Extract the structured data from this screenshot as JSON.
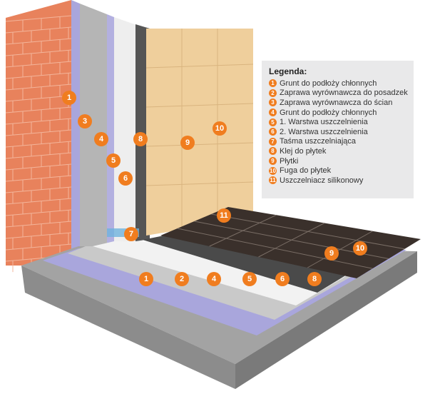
{
  "legend": {
    "title": "Legenda:",
    "items": [
      {
        "n": "1",
        "label": "Grunt do podłoży chłonnych"
      },
      {
        "n": "2",
        "label": "Zaprawa wyrównawcza do posadzek"
      },
      {
        "n": "3",
        "label": "Zaprawa wyrównawcza do ścian"
      },
      {
        "n": "4",
        "label": "Grunt do podłoży chłonnych"
      },
      {
        "n": "5",
        "label": "1. Warstwa uszczelnienia"
      },
      {
        "n": "6",
        "label": "2. Warstwa uszczelnienia"
      },
      {
        "n": "7",
        "label": "Taśma uszczelniająca"
      },
      {
        "n": "8",
        "label": "Klej do płytek"
      },
      {
        "n": "9",
        "label": "Płytki"
      },
      {
        "n": "10",
        "label": "Fuga do płytek"
      },
      {
        "n": "11",
        "label": "Uszczelniacz silikonowy"
      }
    ]
  },
  "wall_markers": [
    "1",
    "3",
    "4",
    "5",
    "6",
    "8",
    "9",
    "10",
    "11",
    "7"
  ],
  "floor_markers": [
    "1",
    "2",
    "4",
    "5",
    "6",
    "8",
    "9",
    "10"
  ],
  "colors": {
    "accent": "#f07d1f",
    "brick": "#e8825c",
    "purple": "#a9a6dc",
    "concrete": "#9a9a9a",
    "tile_wall": "#efcf9c",
    "tile_floor": "#3a302b"
  }
}
